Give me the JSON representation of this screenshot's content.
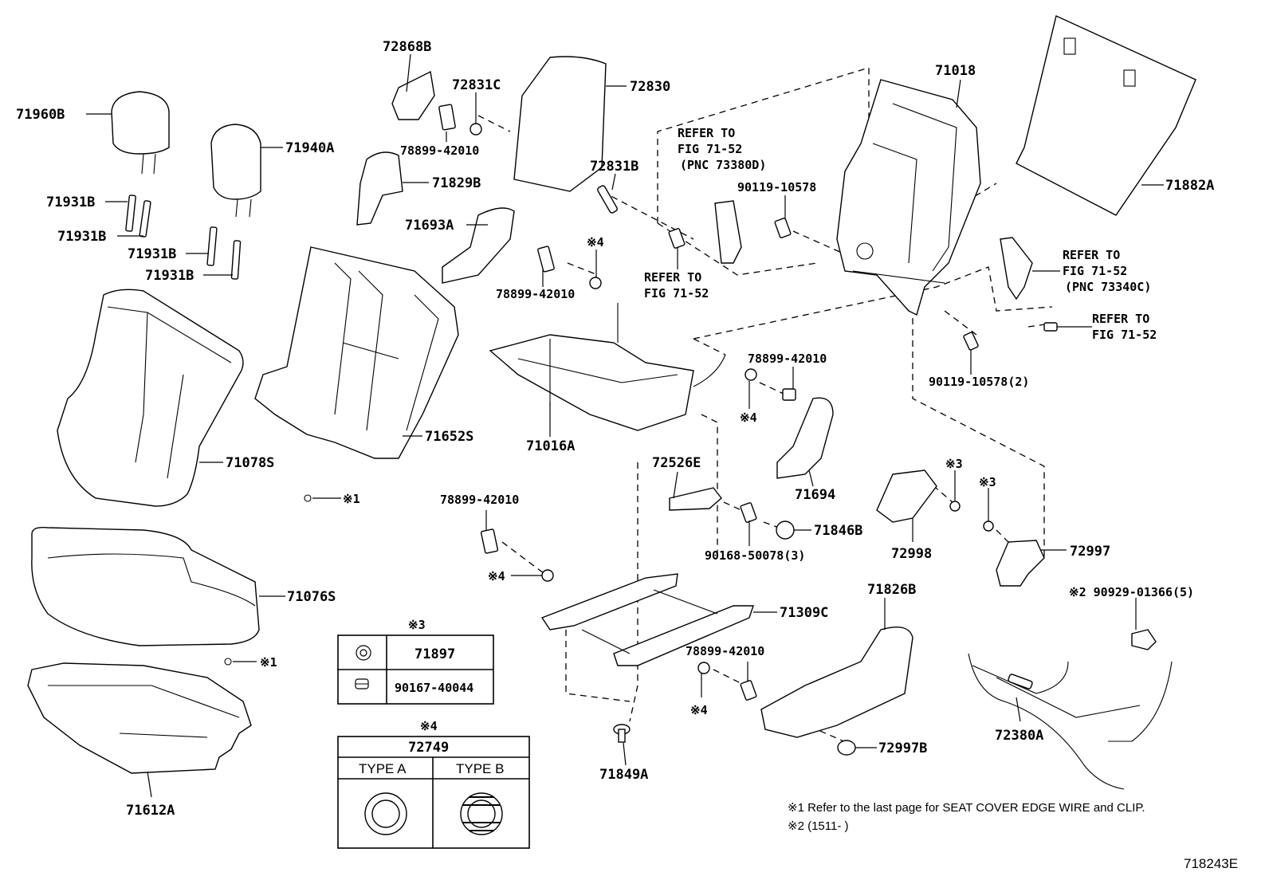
{
  "diagram_id": "718243E",
  "labels": {
    "p71960B": "71960B",
    "p71940A": "71940A",
    "p71931B_1": "71931B",
    "p71931B_2": "71931B",
    "p71931B_3": "71931B",
    "p71931B_4": "71931B",
    "p72868B": "72868B",
    "p72831C": "72831C",
    "p78899_a": "78899-42010",
    "p71829B": "71829B",
    "p72830": "72830",
    "p72831B": "72831B",
    "p71693A": "71693A",
    "p78899_b": "78899-42010",
    "mark4_a": "※4",
    "refer1_l1": "REFER TO",
    "refer1_l2": "FIG 71-52",
    "refer1_l3": "(PNC 73380D)",
    "p90119": "90119-10578",
    "refer2_l1": "REFER TO",
    "refer2_l2": "FIG 71-52",
    "p71018": "71018",
    "p71882A": "71882A",
    "refer3_l1": "REFER TO",
    "refer3_l2": "FIG 71-52",
    "refer3_l3": "(PNC 73340C)",
    "refer4_l1": "REFER TO",
    "refer4_l2": "FIG 71-52",
    "p90119_2": "90119-10578(2)",
    "p71652S": "71652S",
    "p71078S": "71078S",
    "mark1_a": "※1",
    "p71016A": "71016A",
    "p78899_c": "78899-42010",
    "mark4_b": "※4",
    "p71694": "71694",
    "p72526E": "72526E",
    "p71846B": "71846B",
    "p90168": "90168-50078(3)",
    "mark3_a": "※3",
    "mark3_b": "※3",
    "p72998": "72998",
    "p72997": "72997",
    "p78899_d": "78899-42010",
    "mark4_c": "※4",
    "p71076S": "71076S",
    "p71309C": "71309C",
    "p71826B": "71826B",
    "p90929": "※2 90929-01366(5)",
    "mark1_b": "※1",
    "p78899_e": "78899-42010",
    "mark4_d": "※4",
    "p71612A": "71612A",
    "p71849A": "71849A",
    "p72997B": "72997B",
    "p72380A": "72380A"
  },
  "table_mark3": {
    "title": "※3",
    "row1": "71897",
    "row2": "90167-40044"
  },
  "table_mark4": {
    "title": "※4",
    "part": "72749",
    "type_a": "TYPE A",
    "type_b": "TYPE B"
  },
  "notes": {
    "note1": "※1  Refer to the last page for SEAT COVER EDGE WIRE and CLIP.",
    "note2": "※2 (1511-      )"
  }
}
